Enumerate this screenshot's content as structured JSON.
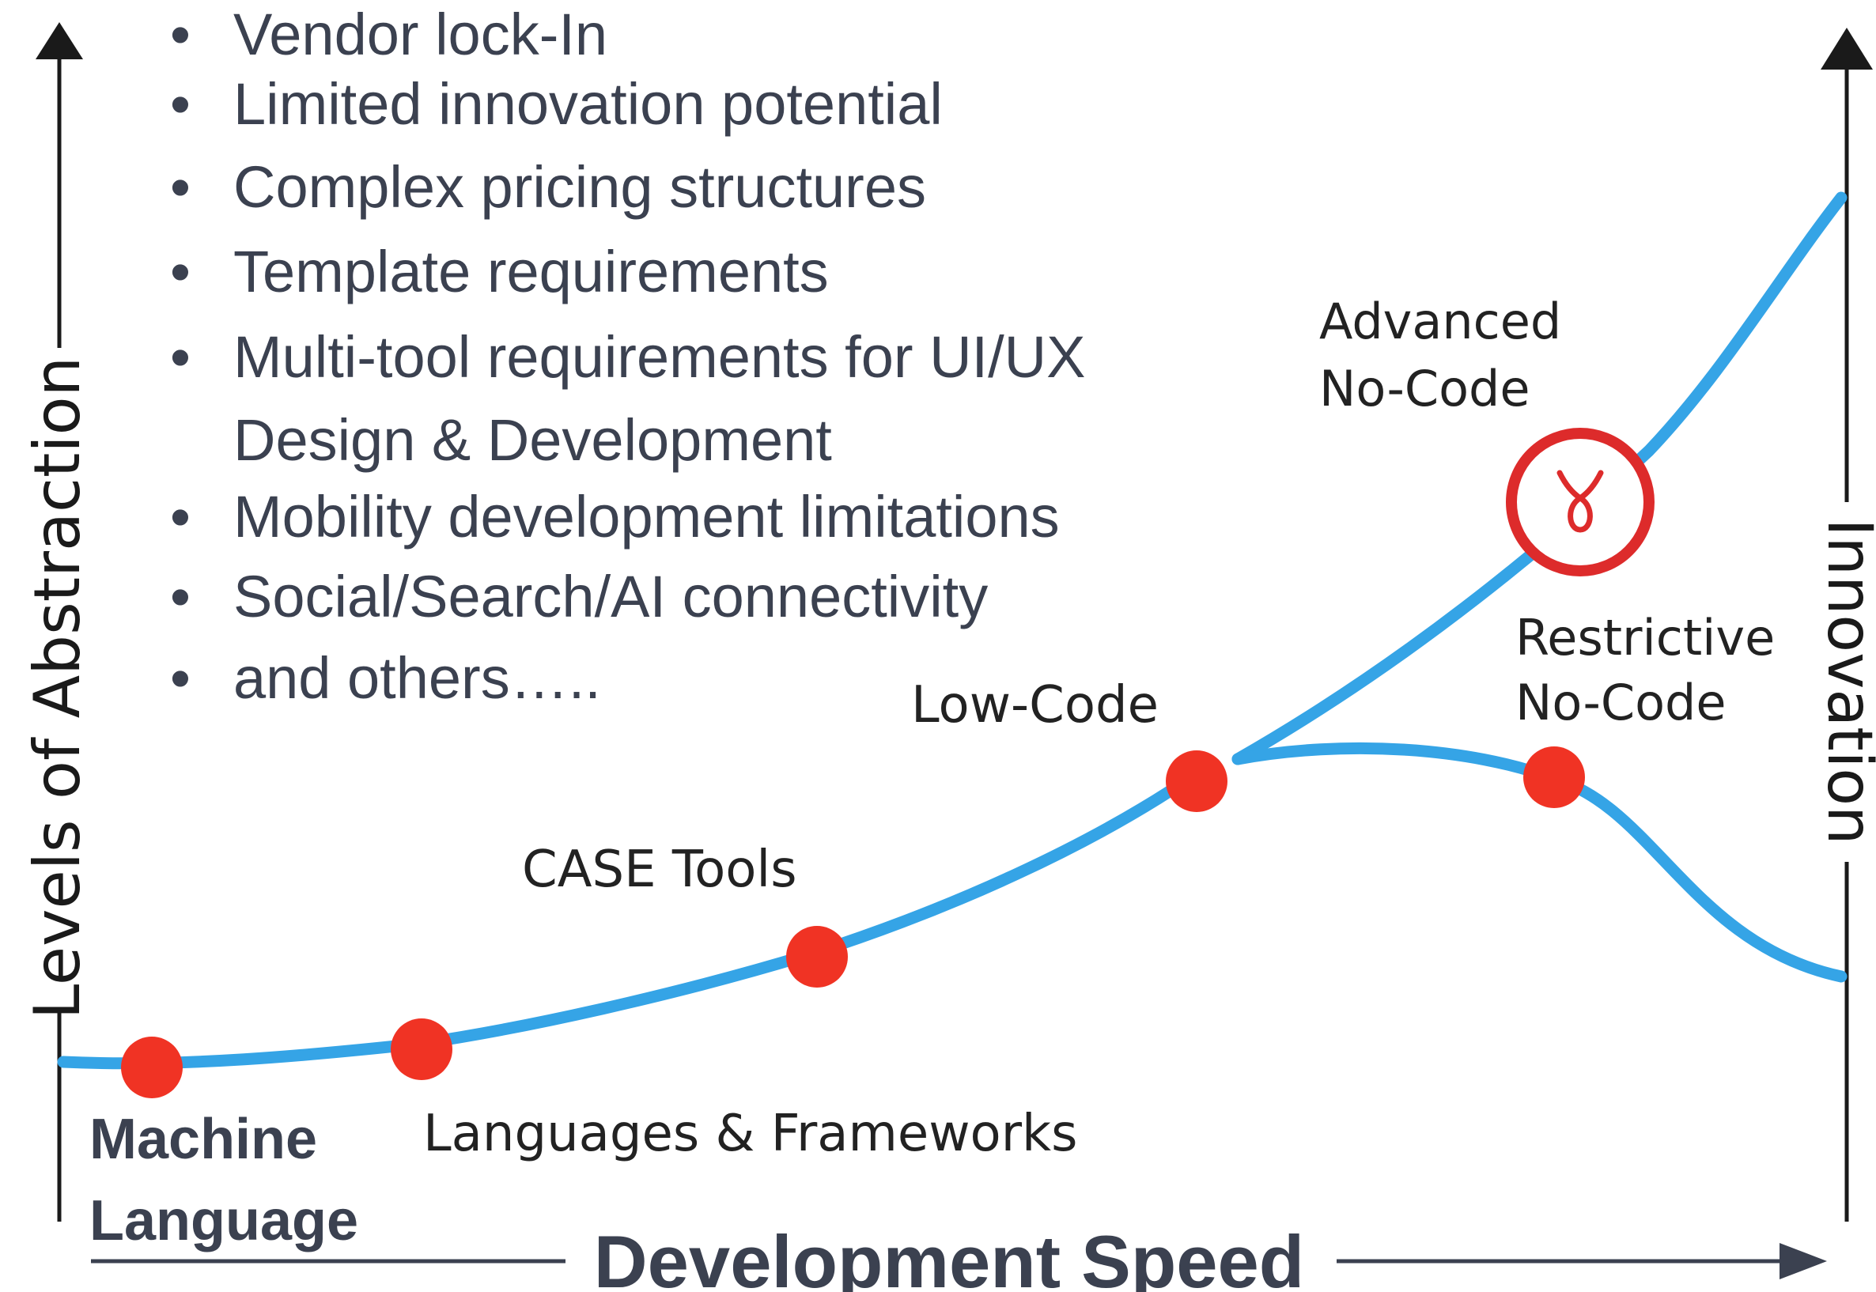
{
  "bullets": [
    "Vendor lock-In",
    "Limited innovation potential",
    "Complex pricing structures",
    "Template requirements",
    "Multi-tool requirements for UI/UX",
    "Design & Development",
    "Mobility development limitations",
    "Social/Search/AI connectivity",
    "and others….."
  ],
  "bullet_symbol": "•",
  "axes": {
    "y_left": "Levels of Abstraction",
    "y_right": "Innovation",
    "x": "Development Speed"
  },
  "stages": {
    "machine_language_1": "Machine",
    "machine_language_2": "Language",
    "languages_frameworks": "Languages & Frameworks",
    "case_tools": "CASE Tools",
    "low_code": "Low-Code",
    "advanced_1": "Advanced",
    "advanced_2": "No-Code",
    "restrictive_1": "Restrictive",
    "restrictive_2": "No-Code"
  },
  "colors": {
    "curve": "#35a4e6",
    "point": "#f03324",
    "text": "#3b4150",
    "axis": "#1a1a1a"
  }
}
